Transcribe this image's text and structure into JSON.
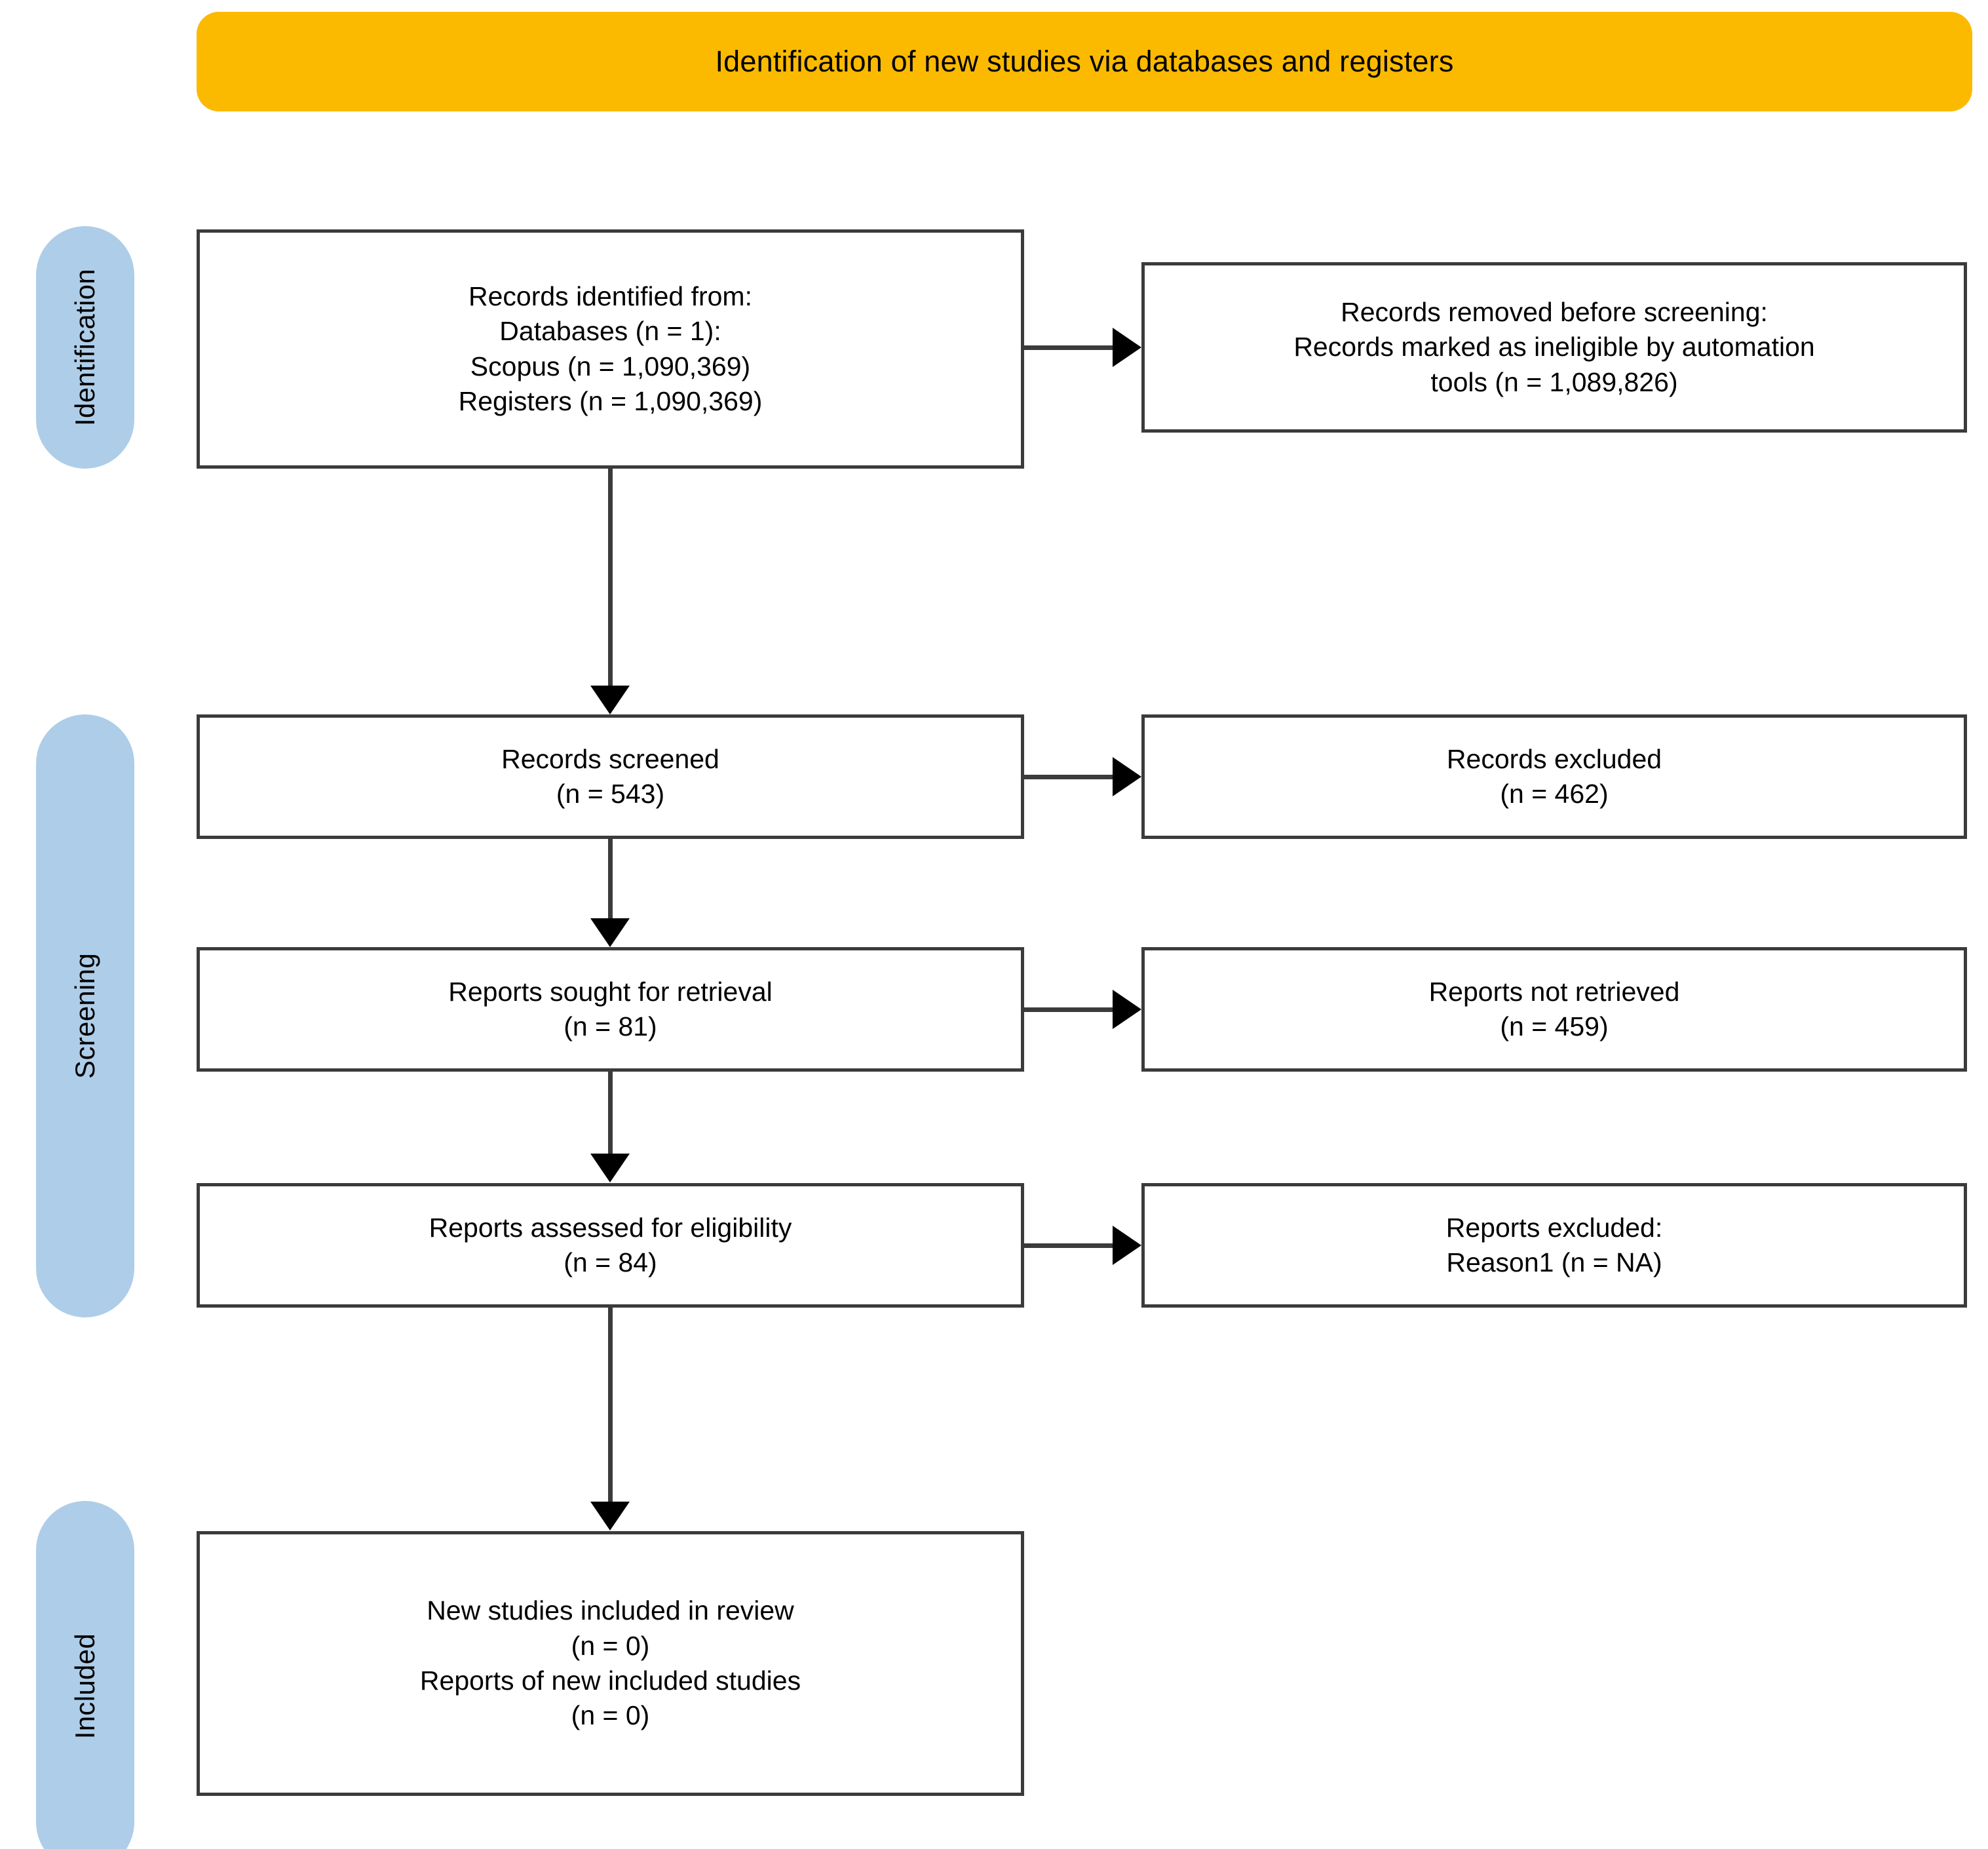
{
  "colors": {
    "banner": "#FBBA00",
    "stage_pill": "#AECDE8",
    "box_border": "#3b3b3b",
    "text": "#000000"
  },
  "header": {
    "title": "Identification of new studies via databases and registers"
  },
  "stages": [
    {
      "id": "identification",
      "label": "Identification"
    },
    {
      "id": "screening",
      "label": "Screening"
    },
    {
      "id": "included",
      "label": "Included"
    }
  ],
  "nodes": {
    "identified": {
      "lines": [
        "Records identified from:",
        "Databases (n = 1):",
        "Scopus (n = 1,090,369)",
        "Registers (n = 1,090,369)"
      ]
    },
    "removed": {
      "lines": [
        "Records removed before screening:",
        "Records marked as ineligible by automation",
        "tools (n = 1,089,826)"
      ]
    },
    "screened": {
      "lines": [
        "Records screened",
        "(n = 543)"
      ]
    },
    "excluded": {
      "lines": [
        "Records excluded",
        "(n = 462)"
      ]
    },
    "sought": {
      "lines": [
        "Reports sought for retrieval",
        "(n = 81)"
      ]
    },
    "not_retrieved": {
      "lines": [
        "Reports not retrieved",
        "(n = 459)"
      ]
    },
    "assessed": {
      "lines": [
        "Reports assessed for eligibility",
        "(n = 84)"
      ]
    },
    "reports_excluded": {
      "lines": [
        "Reports excluded:",
        "Reason1 (n = NA)"
      ]
    },
    "included": {
      "lines": [
        "New studies included in review",
        "(n = 0)",
        "Reports of new included studies",
        "(n = 0)"
      ]
    }
  },
  "chart_data": {
    "type": "diagram",
    "title": "Identification of new studies via databases and registers",
    "flow": [
      {
        "stage": "Identification",
        "label": "Records identified from: Databases (n = 1): Scopus (n = 1,090,369) Registers (n = 1,090,369)",
        "n": 1090369
      },
      {
        "stage": "Identification",
        "label": "Records removed before screening: Records marked as ineligible by automation tools",
        "n": 1089826,
        "kind": "excluded"
      },
      {
        "stage": "Screening",
        "label": "Records screened",
        "n": 543
      },
      {
        "stage": "Screening",
        "label": "Records excluded",
        "n": 462,
        "kind": "excluded"
      },
      {
        "stage": "Screening",
        "label": "Reports sought for retrieval",
        "n": 81
      },
      {
        "stage": "Screening",
        "label": "Reports not retrieved",
        "n": 459,
        "kind": "excluded"
      },
      {
        "stage": "Screening",
        "label": "Reports assessed for eligibility",
        "n": 84
      },
      {
        "stage": "Screening",
        "label": "Reports excluded: Reason1",
        "n": "NA",
        "kind": "excluded"
      },
      {
        "stage": "Included",
        "label": "New studies included in review",
        "n": 0
      },
      {
        "stage": "Included",
        "label": "Reports of new included studies",
        "n": 0
      }
    ]
  }
}
